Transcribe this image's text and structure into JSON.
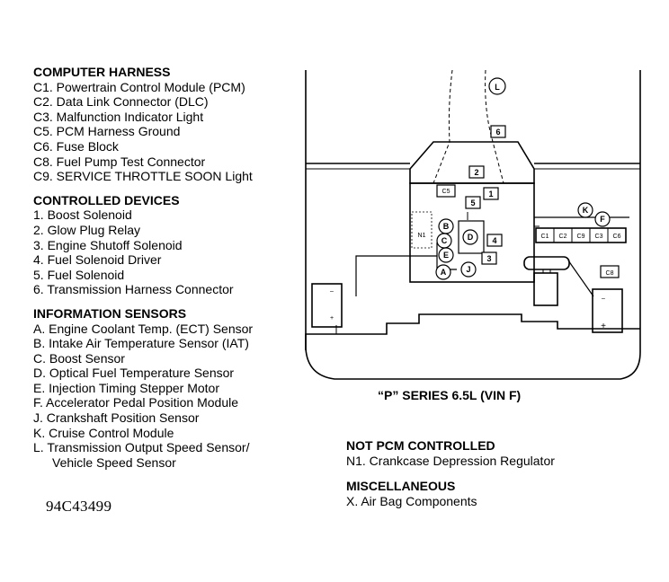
{
  "computer_harness": {
    "title": "COMPUTER HARNESS",
    "items": [
      "C1. Powertrain Control Module (PCM)",
      "C2. Data Link Connector (DLC)",
      "C3. Malfunction Indicator Light",
      "C5. PCM Harness Ground",
      "C6. Fuse Block",
      "C8. Fuel Pump Test Connector",
      "C9. SERVICE THROTTLE SOON Light"
    ]
  },
  "controlled_devices": {
    "title": "CONTROLLED DEVICES",
    "items": [
      "1. Boost Solenoid",
      "2. Glow Plug Relay",
      "3. Engine Shutoff Solenoid",
      "4. Fuel Solenoid Driver",
      "5. Fuel Solenoid",
      "6. Transmission Harness Connector"
    ]
  },
  "information_sensors": {
    "title": "INFORMATION SENSORS",
    "items": [
      "A. Engine Coolant Temp. (ECT) Sensor",
      "B. Intake Air Temperature Sensor (IAT)",
      "C. Boost Sensor",
      "D. Optical Fuel Temperature Sensor",
      "E. Injection Timing Stepper Motor",
      "F. Accelerator Pedal Position Module",
      "J. Crankshaft Position Sensor",
      "K. Cruise Control Module",
      "L. Transmission Output Speed Sensor/"
    ],
    "continuation": "Vehicle Speed Sensor"
  },
  "figure_code": "94C43499",
  "caption": "“P” SERIES 6.5L (VIN F)",
  "not_pcm_controlled": {
    "title": "NOT PCM CONTROLLED",
    "items": [
      "N1. Crankcase Depression Regulator"
    ]
  },
  "miscellaneous": {
    "title": "MISCELLANEOUS",
    "items": [
      "X. Air Bag Components"
    ]
  },
  "diagram_labels": {
    "L": "L",
    "six": "6",
    "two": "2",
    "C5": "C5",
    "one": "1",
    "five": "5",
    "N1": "N1",
    "B": "B",
    "C": "C",
    "D": "D",
    "four": "4",
    "E": "E",
    "three": "3",
    "A": "A",
    "J": "J",
    "K": "K",
    "F": "F",
    "C1": "C1",
    "C2": "C2",
    "C9": "C9",
    "C3": "C3",
    "C6": "C6",
    "C8": "C8",
    "minus": "–",
    "plus": "+"
  }
}
